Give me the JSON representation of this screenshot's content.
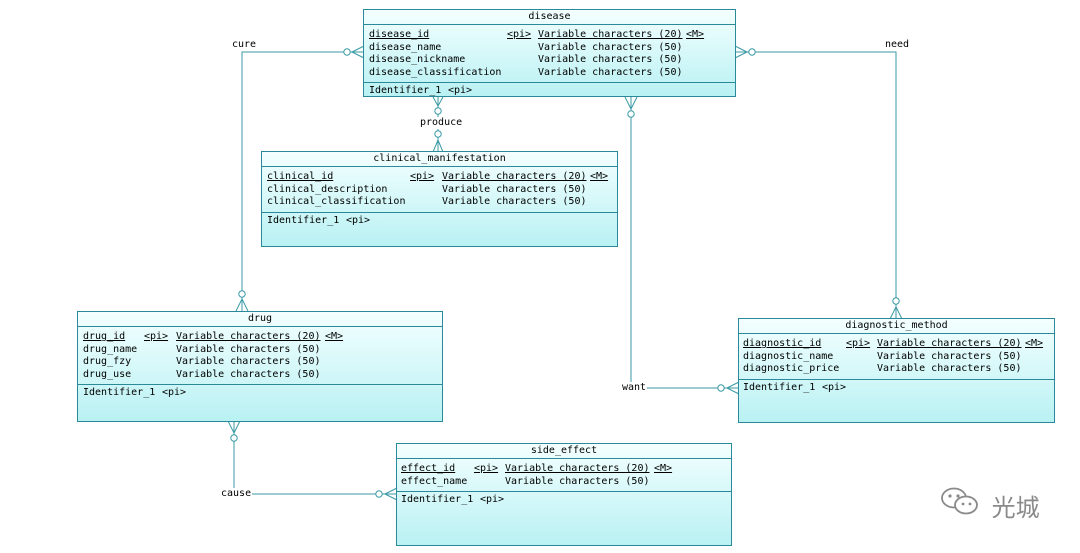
{
  "entities": {
    "disease": {
      "name": "disease",
      "attributes": [
        {
          "name": "disease_id",
          "key": "<pi>",
          "type": "Variable characters (20)",
          "mandatory": "<M>"
        },
        {
          "name": "disease_name",
          "key": "",
          "type": "Variable characters (50)",
          "mandatory": ""
        },
        {
          "name": "disease_nickname",
          "key": "",
          "type": "Variable characters (50)",
          "mandatory": ""
        },
        {
          "name": "disease_classification",
          "key": "",
          "type": "Variable characters (50)",
          "mandatory": ""
        }
      ],
      "identifier": {
        "name": "Identifier_1",
        "key": "<pi>"
      }
    },
    "clinical": {
      "name": "clinical_manifestation",
      "attributes": [
        {
          "name": "clinical_id",
          "key": "<pi>",
          "type": "Variable characters (20)",
          "mandatory": "<M>"
        },
        {
          "name": "clinical_description",
          "key": "",
          "type": "Variable characters (50)",
          "mandatory": ""
        },
        {
          "name": "clinical_classification",
          "key": "",
          "type": "Variable characters (50)",
          "mandatory": ""
        }
      ],
      "identifier": {
        "name": "Identifier_1",
        "key": "<pi>"
      }
    },
    "drug": {
      "name": "drug",
      "attributes": [
        {
          "name": "drug_id",
          "key": "<pi>",
          "type": "Variable characters (20)",
          "mandatory": "<M>"
        },
        {
          "name": "drug_name",
          "key": "",
          "type": "Variable characters (50)",
          "mandatory": ""
        },
        {
          "name": "drug_fzy",
          "key": "",
          "type": "Variable characters (50)",
          "mandatory": ""
        },
        {
          "name": "drug_use",
          "key": "",
          "type": "Variable characters (50)",
          "mandatory": ""
        }
      ],
      "identifier": {
        "name": "Identifier_1",
        "key": "<pi>"
      }
    },
    "diagnostic": {
      "name": "diagnostic_method",
      "attributes": [
        {
          "name": "diagnostic_id",
          "key": "<pi>",
          "type": "Variable characters (20)",
          "mandatory": "<M>"
        },
        {
          "name": "diagnostic_name",
          "key": "",
          "type": "Variable characters (50)",
          "mandatory": ""
        },
        {
          "name": "diagnostic_price",
          "key": "",
          "type": "Variable characters (50)",
          "mandatory": ""
        }
      ],
      "identifier": {
        "name": "Identifier_1",
        "key": "<pi>"
      }
    },
    "side_effect": {
      "name": "side_effect",
      "attributes": [
        {
          "name": "effect_id",
          "key": "<pi>",
          "type": "Variable characters (20)",
          "mandatory": "<M>"
        },
        {
          "name": "effect_name",
          "key": "",
          "type": "Variable characters (50)",
          "mandatory": ""
        }
      ],
      "identifier": {
        "name": "Identifier_1",
        "key": "<pi>"
      }
    }
  },
  "relationships": {
    "cure": "cure",
    "produce": "produce",
    "need": "need",
    "want": "want",
    "cause": "cause"
  },
  "watermark": {
    "text": "光城",
    "icon": "wechat-icon"
  },
  "colors": {
    "entity_border": "#2b8a99",
    "entity_fill": "#b9f1f3",
    "line": "#3a9aa5"
  }
}
